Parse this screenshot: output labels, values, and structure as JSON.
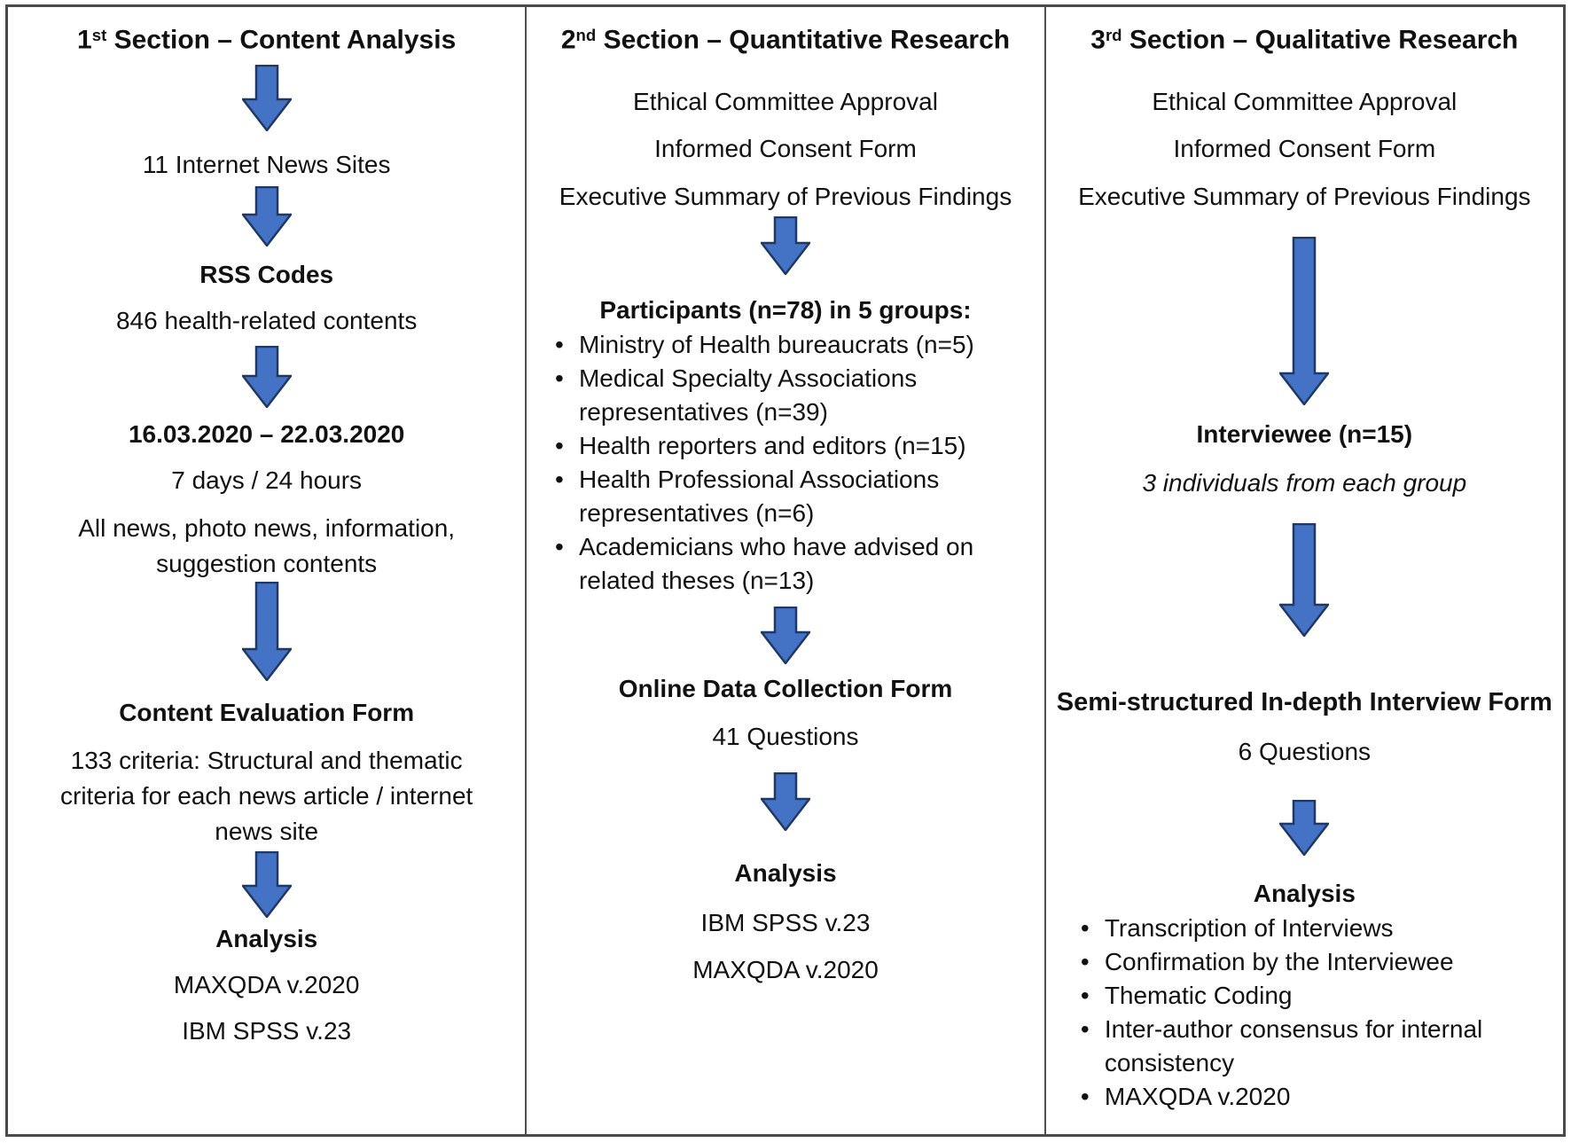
{
  "diagram": {
    "colors": {
      "arrow_fill": "#4472c4",
      "arrow_stroke": "#1f3864",
      "border": "#4a4a4a"
    },
    "col1": {
      "title": {
        "num": "1",
        "sup": "st",
        "rest": " Section – Content Analysis"
      },
      "news_sites": "11 Internet News Sites",
      "rss_codes": "RSS Codes",
      "health_contents": "846 health-related contents",
      "date_range": "16.03.2020 – 22.03.2020",
      "duration": "7 days / 24 hours",
      "content_types": "All news, photo news, information, suggestion contents",
      "evaluation_form": "Content Evaluation Form",
      "criteria": "133 criteria: Structural and thematic criteria for each news article / internet news site",
      "analysis_heading": "Analysis",
      "analysis_tool_1": "MAXQDA v.2020",
      "analysis_tool_2": "IBM SPSS v.23"
    },
    "col2": {
      "title": {
        "num": "2",
        "sup": "nd",
        "rest": " Section – Quantitative Research"
      },
      "ethical_approval": "Ethical Committee Approval",
      "consent_form": "Informed Consent Form",
      "executive_summary": "Executive Summary of Previous Findings",
      "participants_heading": "Participants (n=78) in 5 groups:",
      "groups": [
        "Ministry of Health bureaucrats (n=5)",
        "Medical Specialty Associations representatives (n=39)",
        "Health reporters and editors (n=15)",
        "Health Professional Associations representatives (n=6)",
        "Academicians who have advised on related theses (n=13)"
      ],
      "collection_form": "Online Data Collection Form",
      "questions": "41 Questions",
      "analysis_heading": "Analysis",
      "analysis_tool_1": "IBM SPSS v.23",
      "analysis_tool_2": "MAXQDA v.2020"
    },
    "col3": {
      "title": {
        "num": "3",
        "sup": "rd",
        "rest": " Section – Qualitative Research"
      },
      "ethical_approval": "Ethical Committee Approval",
      "consent_form": "Informed Consent Form",
      "executive_summary": "Executive Summary of Previous Findings",
      "interviewee_heading": "Interviewee (n=15)",
      "interviewee_note": "3 individuals from each group",
      "interview_form": "Semi-structured In-depth Interview Form",
      "questions": "6 Questions",
      "analysis_heading": "Analysis",
      "analysis_steps": [
        "Transcription of Interviews",
        "Confirmation by the Interviewee",
        "Thematic Coding",
        "Inter-author consensus for internal consistency",
        "MAXQDA v.2020"
      ]
    }
  }
}
